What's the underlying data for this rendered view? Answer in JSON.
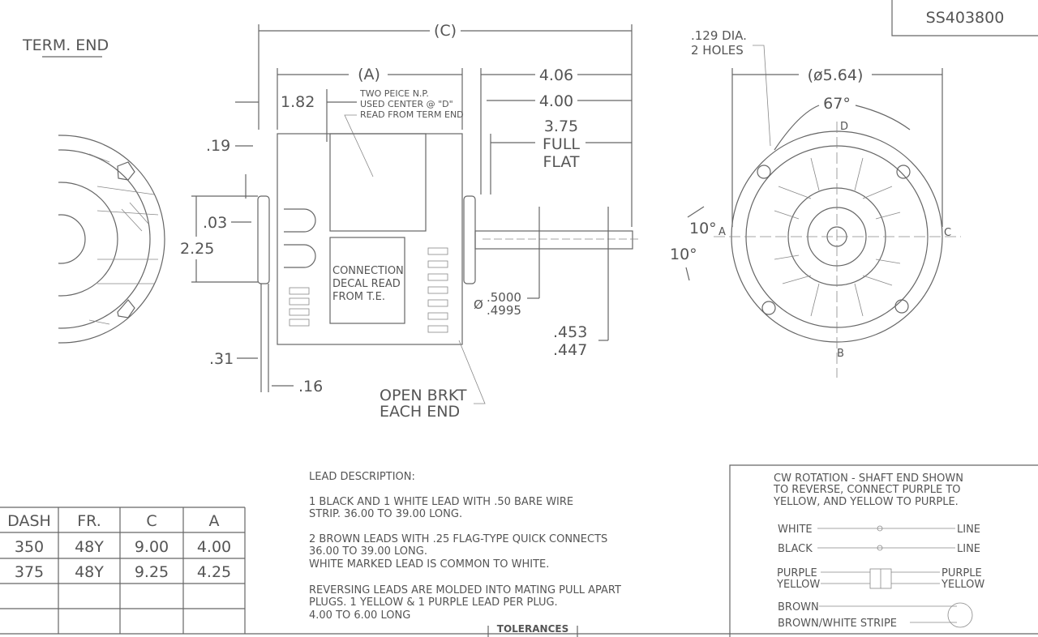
{
  "title_block": {
    "drawing_number": "SS403800"
  },
  "views": {
    "term_end_label": "TERM. END",
    "side_view": {
      "dim_c": "(C)",
      "dim_a": "(A)",
      "dim_182": "1.82",
      "nameplate_note": [
        "TWO PEICE N.P.",
        "USED CENTER @ \"D\"",
        "READ FROM TERM END"
      ],
      "dim_406": "4.06",
      "dim_400": "4.00",
      "full_flat": [
        "3.75",
        "FULL",
        "FLAT"
      ],
      "dim_19": ".19",
      "dim_03": ".03",
      "dim_225": "2.25",
      "decal_note": [
        "CONNECTION",
        "DECAL READ",
        "FROM T.E."
      ],
      "shaft_dia_symbol": "Ø",
      "shaft_dia": [
        ".5000",
        ".4995"
      ],
      "flat_depth": [
        ".453",
        ".447"
      ],
      "dim_31": ".31",
      "dim_16": ".16",
      "bracket_note": [
        "OPEN BRKT",
        "EACH END"
      ]
    },
    "shaft_end_view": {
      "holes_note": [
        ".129 DIA.",
        "2 HOLES"
      ],
      "dia": "(ø5.64)",
      "angle": "67°",
      "angle_a1": "10°",
      "angle_a2": "10°",
      "labels": {
        "a": "A",
        "b": "B",
        "c": "C",
        "d": "D"
      }
    }
  },
  "dash_table": {
    "headers": [
      "DASH",
      "FR.",
      "C",
      "A"
    ],
    "rows": [
      [
        "350",
        "48Y",
        "9.00",
        "4.00"
      ],
      [
        "375",
        "48Y",
        "9.25",
        "4.25"
      ],
      [
        "",
        "",
        "",
        ""
      ],
      [
        "",
        "",
        "",
        ""
      ]
    ]
  },
  "lead_description": {
    "heading": "LEAD DESCRIPTION:",
    "p1": [
      "1 BLACK AND 1 WHITE LEAD WITH .50 BARE WIRE",
      "STRIP. 36.00 TO 39.00 LONG."
    ],
    "p2": [
      "2 BROWN LEADS WITH .25 FLAG-TYPE QUICK CONNECTS",
      "36.00 TO 39.00 LONG.",
      "WHITE MARKED LEAD IS COMMON TO WHITE."
    ],
    "p3": [
      "REVERSING LEADS ARE MOLDED INTO MATING PULL APART",
      "PLUGS. 1 YELLOW & 1 PURPLE LEAD PER PLUG.",
      "4.00 TO 6.00 LONG"
    ]
  },
  "wiring": {
    "note": [
      "CW ROTATION - SHAFT END SHOWN",
      "TO REVERSE, CONNECT PURPLE TO",
      "YELLOW, AND YELLOW TO PURPLE."
    ],
    "white": "WHITE",
    "black": "BLACK",
    "line1": "LINE",
    "line2": "LINE",
    "purple_l": "PURPLE",
    "yellow_l": "YELLOW",
    "purple_r": "PURPLE",
    "yellow_r": "YELLOW",
    "brown": "BROWN",
    "brown_white": "BROWN/WHITE STRIPE"
  },
  "footer": {
    "tolerances": "TOLERANCES"
  }
}
